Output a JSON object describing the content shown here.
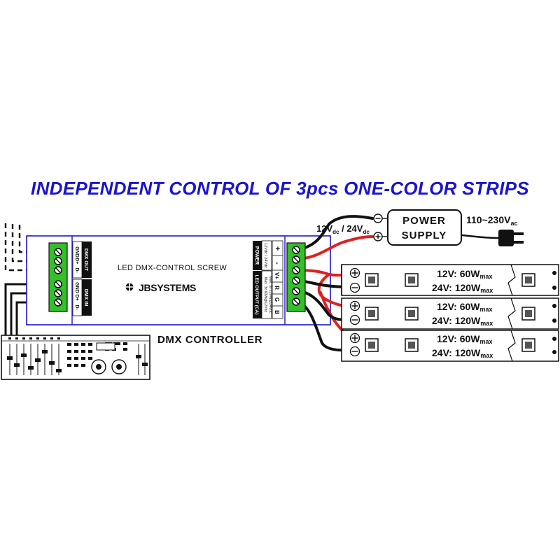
{
  "title": "INDEPENDENT CONTROL OF 3pcs ONE-COLOR STRIPS",
  "controller": {
    "name": "LED DMX-CONTROL SCREW",
    "brand": "JBSYSTEMS",
    "dmx_out_label": "DMX OUT",
    "dmx_in_label": "DMX IN",
    "dmx_out_pins": [
      "GND",
      "D+",
      "D-"
    ],
    "dmx_in_pins": [
      "GND",
      "D+",
      "D-"
    ],
    "power_label": "POWER",
    "power_spec": "12Vdc / 24Vdc",
    "power_pins": [
      "+",
      "-"
    ],
    "output_label": "LED OUTPUT (CA)",
    "output_spec_1": "Max. 3x 60W@12Vdc",
    "output_spec_2": "Max. 3x 120W@24Vdc",
    "output_pins": [
      "B",
      "G",
      "R",
      "V+"
    ]
  },
  "dmx_controller_label": "DMX CONTROLLER",
  "power_supply": {
    "line1": "POWER",
    "line2": "SUPPLY",
    "input_main": "110~230V",
    "input_sub": "ac",
    "output_12": "12V",
    "output_12_sub": "dc",
    "output_sep": " / ",
    "output_24": "24V",
    "output_24_sub": "dc"
  },
  "strip": {
    "line1_main": "12V: 60W",
    "line1_sub": "max",
    "line2_main": "24V: 120W",
    "line2_sub": "max"
  },
  "colors": {
    "title": "#1a14d2",
    "controller_border": "#1a14d2",
    "terminal": "#33c02a",
    "wire_red": "#e02020",
    "wire_black": "#111111"
  }
}
